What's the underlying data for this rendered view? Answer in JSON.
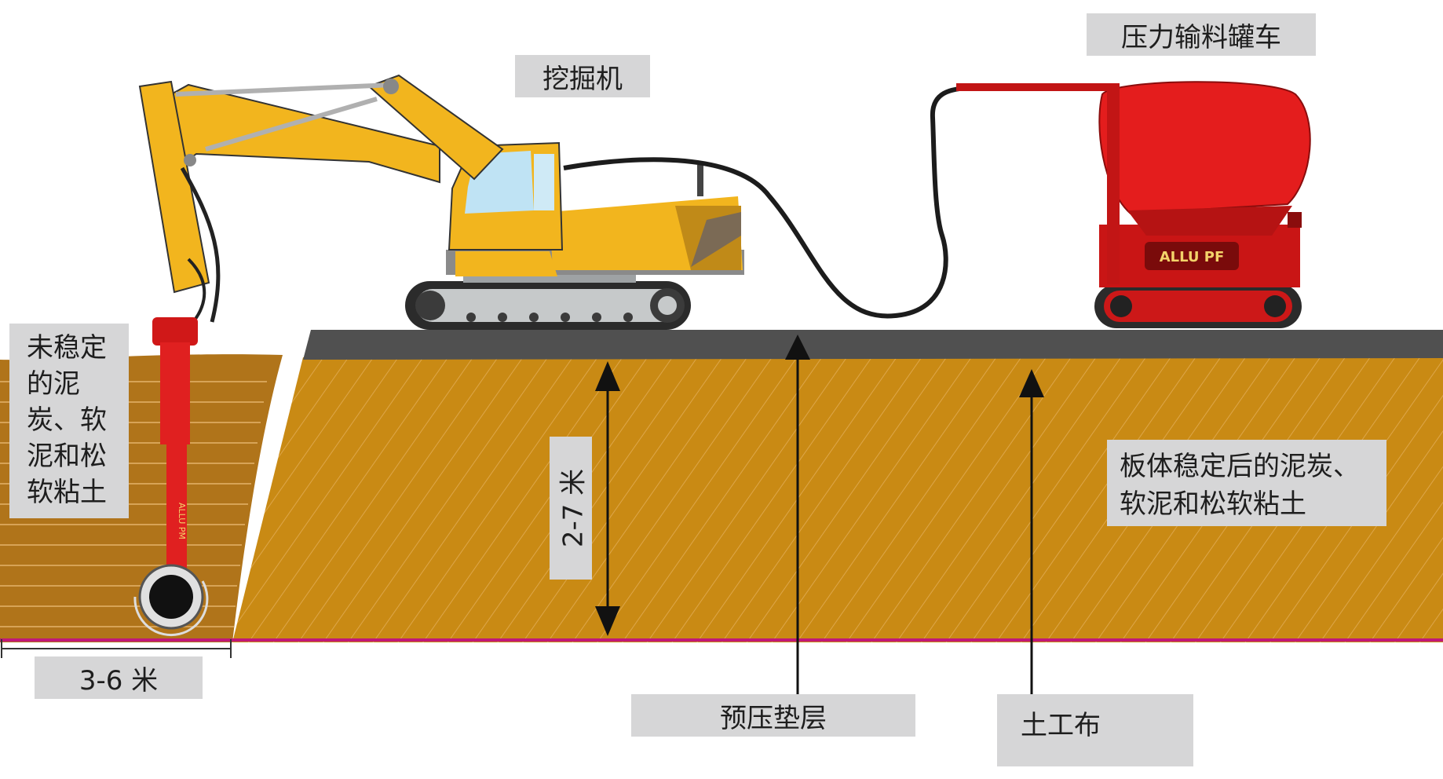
{
  "labels": {
    "excavator": "挖掘机",
    "tanker": "压力输料罐车",
    "unstable_soil": "未稳定\n的泥\n炭、软\n泥和松\n软粘土",
    "stabilized_soil": "板体稳定后的泥炭、\n软泥和松软粘土",
    "depth": "2-7 米",
    "width": "3-6 米",
    "preload": "预压垫层",
    "geotextile": "土工布"
  },
  "machine_marks": {
    "tanker_brand": "ALLU PF",
    "mixer_brand": "ALLU PM"
  },
  "colors": {
    "soil": "#c98a14",
    "soil_dark": "#a86c16",
    "preload_layer": "#505050",
    "base_line": "#c01878",
    "excavator": "#f2b51e",
    "tanker": "#e41d1d",
    "label_bg": "#d6d6d7"
  }
}
